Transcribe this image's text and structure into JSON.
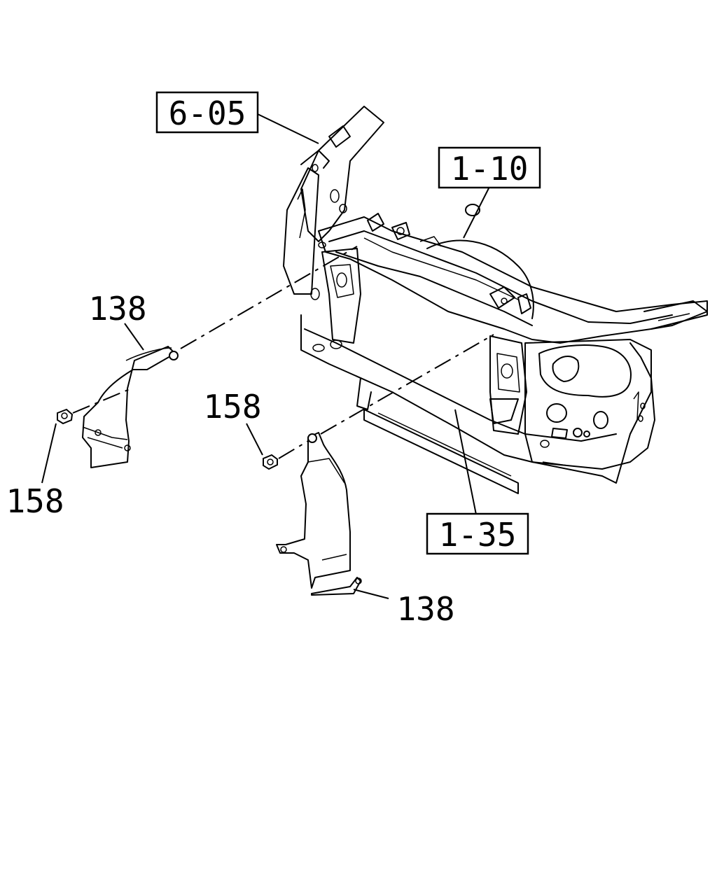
{
  "callouts": {
    "ref_6_05": "6-05",
    "ref_1_10": "1-10",
    "ref_1_35": "1-35",
    "part_138_left": "138",
    "part_138_right": "138",
    "part_158_left": "158",
    "part_158_mid": "158"
  }
}
